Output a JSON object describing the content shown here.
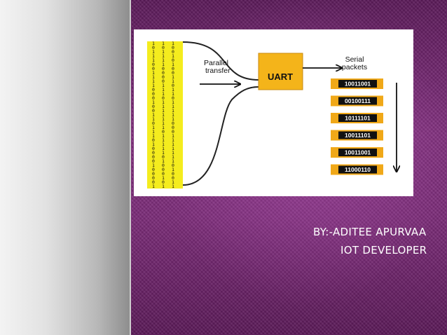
{
  "diagram": {
    "parallel_label_1": "Parallel",
    "parallel_label_2": "transfer",
    "uart_label": "UART",
    "serial_label_1": "Serial",
    "serial_label_2": "packets",
    "bit_columns": [
      "10111001111000100110111010000100001",
      "10111100001110111111101111101000101",
      "10010100110110111110001111111010011"
    ],
    "packets": [
      "10011001",
      "00100111",
      "10111101",
      "10011101",
      "10011001",
      "11000110"
    ],
    "colors": {
      "uart_box": "#f4b41a",
      "bit_strip": "#f4ec1e",
      "packet_box": "#111111",
      "packet_frame": "#f0a818"
    }
  },
  "credit": {
    "line1": "BY:-ADITEE APURVAA",
    "line2": "IOT DEVELOPER"
  }
}
